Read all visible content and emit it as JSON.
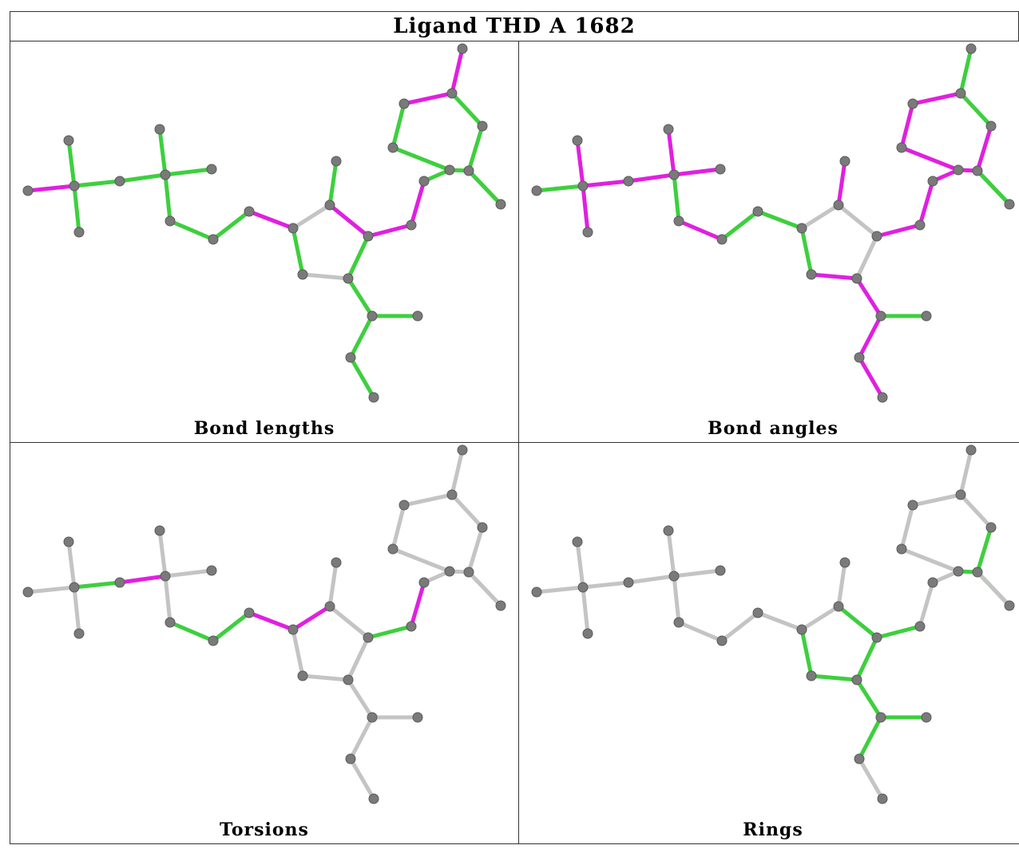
{
  "title": "Ligand THD A 1682",
  "colors": {
    "grey": "#c4c4c4",
    "green": "#3ecf3e",
    "magenta": "#e020e0",
    "atom": "#7a7a7a"
  },
  "panels": [
    {
      "id": "bond-lengths",
      "caption": "Bond lengths",
      "bondColors": [
        "m",
        "g",
        "g",
        "g",
        "g",
        "g",
        "g",
        "g",
        "g",
        "g",
        "m",
        "n",
        "g",
        "g",
        "n",
        "g",
        "m",
        "m",
        "m",
        "g",
        "g",
        "g",
        "m",
        "m",
        "g",
        "g",
        "g",
        "g",
        "g",
        "g",
        "g",
        "g",
        "g"
      ]
    },
    {
      "id": "bond-angles",
      "caption": "Bond angles",
      "bondColors": [
        "g",
        "m",
        "m",
        "m",
        "m",
        "m",
        "m",
        "g",
        "m",
        "g",
        "g",
        "n",
        "m",
        "g",
        "m",
        "n",
        "n",
        "m",
        "m",
        "m",
        "m",
        "m",
        "m",
        "g",
        "g",
        "m",
        "m",
        "g",
        "m",
        "g",
        "m",
        "m",
        "g"
      ]
    },
    {
      "id": "torsions",
      "caption": "Torsions",
      "bondColors": [
        "n",
        "n",
        "n",
        "g",
        "m",
        "n",
        "n",
        "n",
        "g",
        "g",
        "m",
        "m",
        "n",
        "n",
        "n",
        "n",
        "n",
        "g",
        "m",
        "n",
        "n",
        "n",
        "n",
        "n",
        "n",
        "n",
        "n",
        "n",
        "n",
        "n",
        "n",
        "n",
        "n"
      ]
    },
    {
      "id": "rings",
      "caption": "Rings",
      "bondColors": [
        "n",
        "n",
        "n",
        "n",
        "n",
        "n",
        "n",
        "n",
        "n",
        "n",
        "n",
        "n",
        "n",
        "g",
        "g",
        "g",
        "g",
        "g",
        "n",
        "n",
        "n",
        "n",
        "n",
        "n",
        "n",
        "g",
        "g",
        "g",
        "g",
        "g",
        "g",
        "n",
        "n"
      ]
    }
  ]
}
